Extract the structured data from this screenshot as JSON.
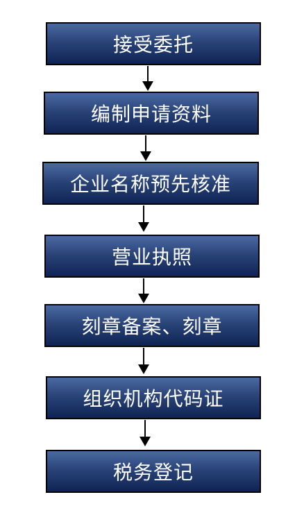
{
  "flowchart": {
    "steps": [
      {
        "label": "接受委托"
      },
      {
        "label": "编制申请资料"
      },
      {
        "label": "企业名称预先核准"
      },
      {
        "label": "营业执照"
      },
      {
        "label": "刻章备案、刻章"
      },
      {
        "label": "组织机构代码证"
      },
      {
        "label": "税务登记"
      }
    ],
    "colors": {
      "box_fill_top": "#4a6aa3",
      "box_fill_bottom": "#0f2454",
      "box_border": "#000000",
      "text": "#ffffff",
      "arrow": "#000000"
    }
  }
}
